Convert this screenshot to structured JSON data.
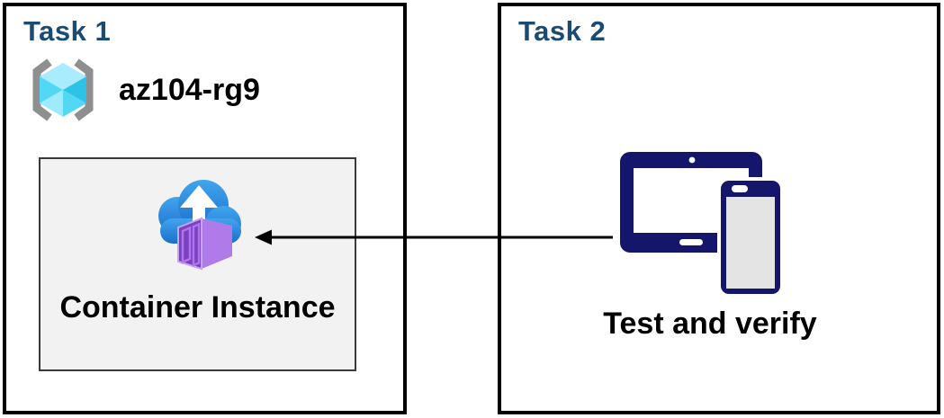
{
  "task1": {
    "title": "Task 1",
    "resource_group_name": "az104-rg9",
    "container_label": "Container Instance"
  },
  "task2": {
    "title": "Task 2",
    "devices_label": "Test and verify"
  },
  "icons": {
    "resource_group": "azure-resource-group-icon (gray brackets around cyan cube)",
    "container_instance": "cloud-upload-with-purple-container-icon",
    "devices": "tablet-and-phone-icon"
  },
  "arrow": {
    "from": "task2-devices",
    "to": "container-instance-card",
    "direction": "right-to-left"
  },
  "colors": {
    "title_blue": "#1B4A73",
    "box_border": "#000000",
    "inner_bg": "#F2F2F2",
    "navy": "#14166B",
    "white": "#FFFFFF",
    "phone_screen": "#E4E4E4",
    "cloud_top": "#41A5EE",
    "cloud_bottom": "#1B6EC9",
    "purple_front": "#7B3FBF",
    "purple_side": "#AE7BE8",
    "purple_door": "#AC77EC",
    "cube_top": "#A9ECFE",
    "cube_left": "#52D7F5",
    "cube_right": "#2EC2E7",
    "cube_bottom_left": "#9FEAFD",
    "cube_bottom_right": "#52D7F5",
    "bracket_gray": "#8F8F8F",
    "arrow_black": "#000000"
  }
}
